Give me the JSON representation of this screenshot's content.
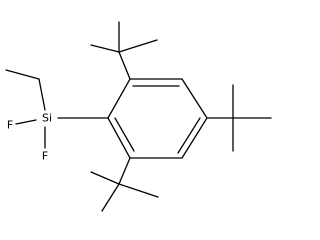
{
  "molecule": {
    "atoms": {
      "silicon": "Si",
      "fluorine_top": "F",
      "fluorine_bottom": "F"
    }
  }
}
